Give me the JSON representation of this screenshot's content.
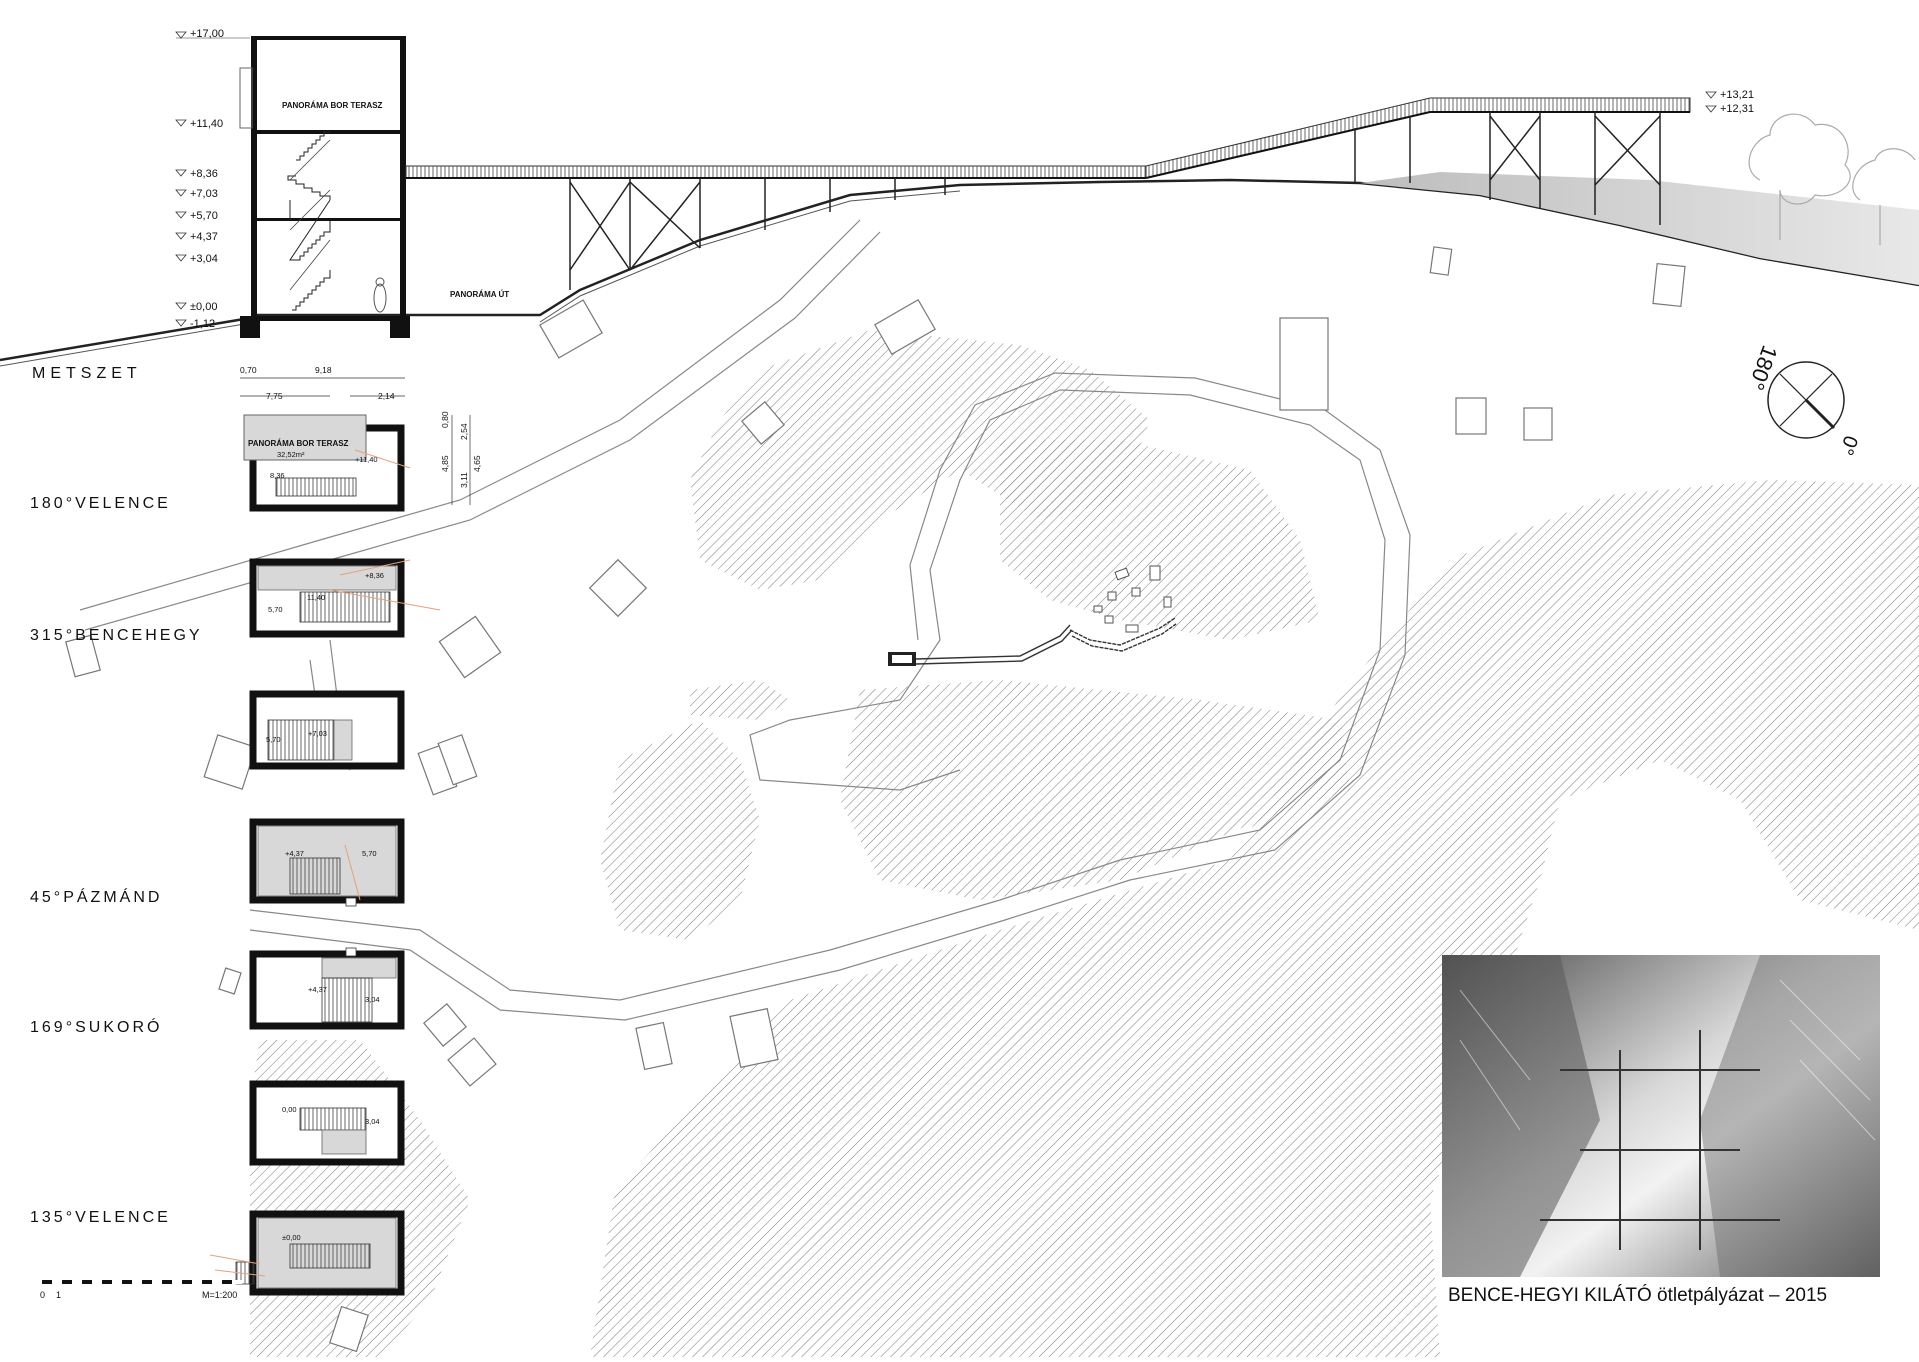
{
  "section": {
    "title": "METSZET",
    "levels": [
      "+17,00",
      "+11,40",
      "+8,36",
      "+7,03",
      "+5,70",
      "+4,37",
      "+3,04",
      "±0,00",
      "-1,12"
    ],
    "right_levels": [
      "+13,21",
      "+12,31"
    ],
    "terrace_label": "PANORÁMA BOR TERASZ",
    "path_label": "PANORÁMA ÚT"
  },
  "dims": {
    "top": [
      "0,70",
      "9,18",
      "7,75",
      "2,14"
    ],
    "side": [
      "0,80",
      "2,54",
      "4,85",
      "3,11",
      "4,65"
    ]
  },
  "plans": [
    {
      "label": "180°VELENCE",
      "room": "PANORÁMA BOR TERASZ",
      "area": "32,52m²",
      "levels": [
        "+11,40",
        "8,36"
      ]
    },
    {
      "label": "315°BENCEHEGY",
      "levels": [
        "+8,36",
        "11,40",
        "5,70"
      ]
    },
    {
      "label": "",
      "levels": [
        "5,70",
        "+7,03"
      ]
    },
    {
      "label": "45°PÁZMÁND",
      "levels": [
        "+4,37",
        "5,70"
      ]
    },
    {
      "label": "169°SUKORÓ",
      "levels": [
        "+4,37",
        "3,04"
      ]
    },
    {
      "label": "",
      "levels": [
        "0,00",
        "3,04"
      ]
    },
    {
      "label": "135°VELENCE",
      "levels": [
        "±0,00"
      ]
    }
  ],
  "compass": {
    "top": "180°",
    "bottom": "0°"
  },
  "scale": {
    "ticks": [
      "0",
      "1"
    ],
    "ratio": "M=1:200"
  },
  "footer": {
    "caption": "BENCE-HEGYI KILÁTÓ ötletpályázat – 2015"
  },
  "colors": {
    "line": "#111111",
    "grey": "#9a9a9a",
    "accent": "#e6a07a",
    "fill": "#d8d8d8"
  }
}
